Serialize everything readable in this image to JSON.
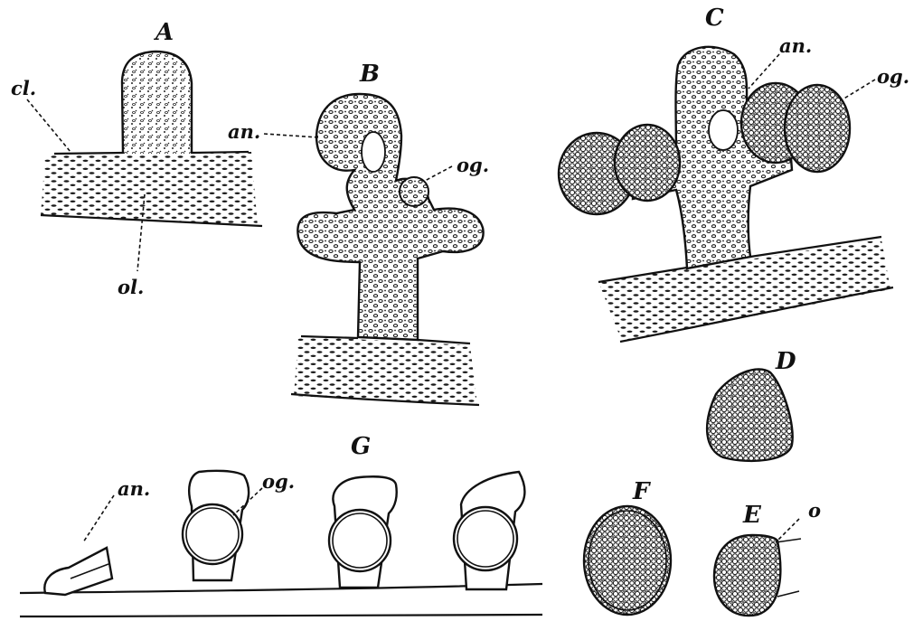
{
  "figure": {
    "panels": {
      "A": {
        "letter": "A",
        "labels": {
          "cl": "cl.",
          "ol": "ol."
        }
      },
      "B": {
        "letter": "B",
        "labels": {
          "an": "an.",
          "og": "og."
        }
      },
      "C": {
        "letter": "C",
        "labels": {
          "an": "an.",
          "og": "og."
        }
      },
      "D": {
        "letter": "D"
      },
      "E": {
        "letter": "E",
        "labels": {
          "o": "o"
        }
      },
      "F": {
        "letter": "F"
      },
      "G": {
        "letter": "G",
        "labels": {
          "an": "an.",
          "og": "og."
        }
      }
    }
  }
}
